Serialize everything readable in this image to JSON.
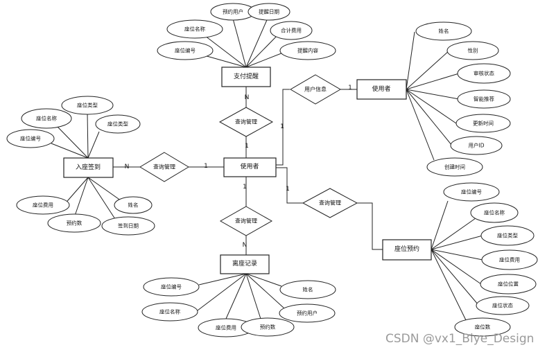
{
  "entities": {
    "payment": "支付提醒",
    "checkin": "入座签到",
    "user_center": "使用者",
    "seat_record": "离座记录",
    "user_right": "使用者",
    "seat_reserve": "座位预约"
  },
  "relationships": {
    "top": "查询管理",
    "left": "查询管理",
    "bottom": "查询管理",
    "user_info": "用户信息",
    "right": "查询管理"
  },
  "attributes": {
    "payment": [
      "预约用户",
      "提醒日期",
      "座位名称",
      "合计费用",
      "座位编号",
      "提醒内容"
    ],
    "checkin": [
      "座位类型",
      "座位名称",
      "座位类型",
      "座位编号",
      "座位费用",
      "姓名",
      "预约数",
      "签到日期"
    ],
    "seat_record": [
      "座位编号",
      "姓名",
      "座位名称",
      "预约用户",
      "座位费用",
      "预约数"
    ],
    "user_right": [
      "姓名",
      "性别",
      "审核状态",
      "智能推荐",
      "更新时间",
      "用户ID",
      "创建时间"
    ],
    "seat_reserve": [
      "座位编号",
      "座位名称",
      "座位类型",
      "座位费用",
      "座位位置",
      "座位状态",
      "座位数"
    ]
  },
  "cardinalities": {
    "payment_top": "N",
    "center_top": "1",
    "checkin_left": "N",
    "center_left": "1",
    "center_bottom": "1",
    "record_bottom": "N",
    "center_userinfo": "1",
    "user_userinfo": "1",
    "center_right": "1"
  },
  "watermark": "CSDN @vx1_Biye_Design"
}
